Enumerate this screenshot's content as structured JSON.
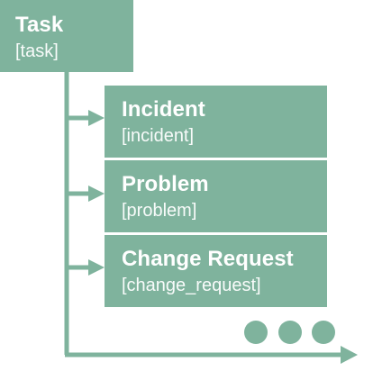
{
  "colors": {
    "accent": "#7fb39d",
    "text": "#ffffff",
    "background": "#ffffff"
  },
  "task": {
    "title": "Task",
    "table": "[task]"
  },
  "children": [
    {
      "title": "Incident",
      "table": "[incident]"
    },
    {
      "title": "Problem",
      "table": "[problem]"
    },
    {
      "title": "Change Request",
      "table": "[change_request]"
    }
  ],
  "more_indicator": {
    "icon": "ellipsis-dots-icon",
    "count": 3
  }
}
